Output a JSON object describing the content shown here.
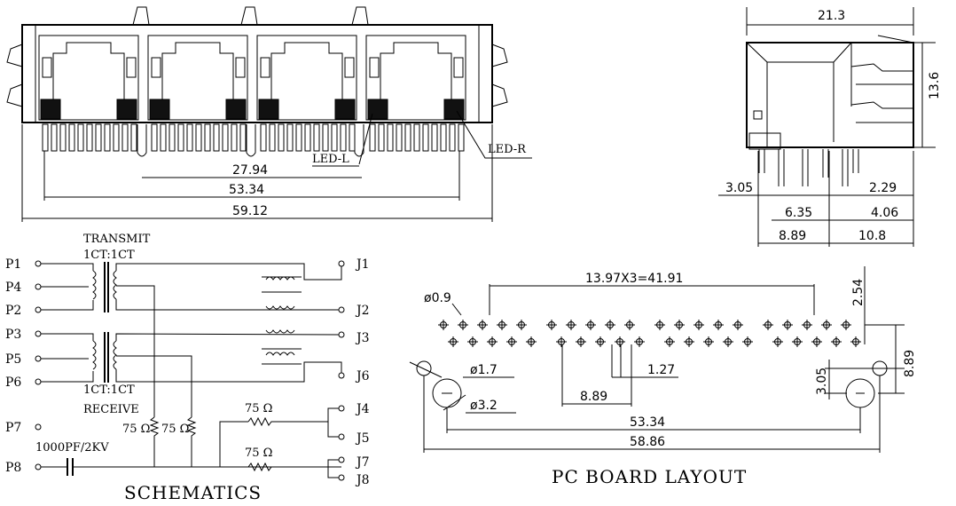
{
  "front_view": {
    "dims": {
      "d1": "27.94",
      "d2": "53.34",
      "d3": "59.12"
    },
    "leds": {
      "left": "LED-L",
      "right": "LED-R"
    }
  },
  "side_view": {
    "dims": {
      "width": "21.3",
      "height": "13.6",
      "a": "3.05",
      "b": "2.29",
      "c": "6.35",
      "d": "4.06",
      "e": "8.89",
      "f": "10.8"
    }
  },
  "schematic": {
    "title": "SCHEMATICS",
    "transmit_label": "TRANSMIT",
    "transmit_ratio": "1CT:1CT",
    "receive_ratio": "1CT:1CT",
    "receive_label": "RECEIVE",
    "pins_left": [
      "P1",
      "P4",
      "P2",
      "P3",
      "P5",
      "P6",
      "P7",
      "P8"
    ],
    "pins_right": [
      "J1",
      "J2",
      "J3",
      "J6",
      "J4",
      "J5",
      "J7",
      "J8"
    ],
    "resistor_label": "75 Ω",
    "capacitor_label": "1000PF/2KV"
  },
  "pcb_layout": {
    "title": "PC BOARD LAYOUT",
    "dims": {
      "pitch": "13.97X3=41.91",
      "hole_small": "ø0.9",
      "hole_mid": "ø1.7",
      "hole_big": "ø3.2",
      "row": "2.54",
      "pitch2": "1.27",
      "group": "8.89",
      "span1": "53.34",
      "span2": "58.86",
      "v1": "3.05",
      "v2": "8.89"
    }
  }
}
